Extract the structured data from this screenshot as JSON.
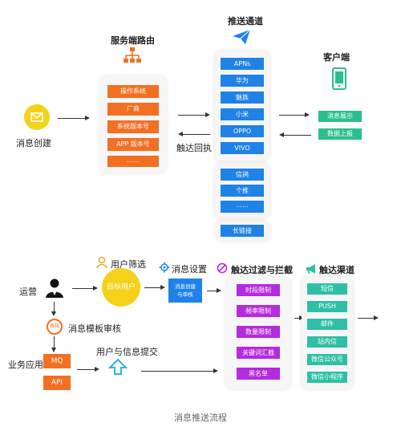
{
  "top": {
    "message_create": "消息创建",
    "server_route_title": "服务端路由",
    "route_items": [
      "操作系统",
      "厂商",
      "系统版本号",
      "APP 版本号",
      "……"
    ],
    "push_channel_title": "推送通道",
    "channel_items": [
      "APNs",
      "华为",
      "魅族",
      "小米",
      "OPPO",
      "VIVO"
    ],
    "third_party_items": [
      "信鸽",
      "个推",
      "……"
    ],
    "long_connection": "长链接",
    "receipt_label": "触达回执",
    "client_title": "客户端",
    "client_items": [
      "消息展示",
      "数据上报"
    ]
  },
  "bottom": {
    "operations": "运营",
    "user_filter_title": "用户筛选",
    "target_users": "目标用户",
    "message_settings_title": "消息设置",
    "message_settings_box": "消息创建\n与审核",
    "review_badge": "审核",
    "template_review": "消息模板审核",
    "business_apps": "业务应用",
    "mq": "MQ",
    "api": "API",
    "user_info_submit": "用户与信息提交",
    "filter_title": "触达过滤与拦截",
    "filter_items": [
      "时段限制",
      "频率限制",
      "数量限制",
      "关键词汇截",
      "黑名单"
    ],
    "channel_title": "触达渠道",
    "channel_items": [
      "短信",
      "PUSH",
      "邮件",
      "站内信",
      "微信公众号",
      "微信小程序"
    ]
  },
  "caption": "消息推送流程",
  "colors": {
    "orange": "#f36f21",
    "blue": "#1f82e6",
    "green": "#2bbf8e",
    "purple": "#b52bde",
    "yellow": "#f5d21a"
  }
}
